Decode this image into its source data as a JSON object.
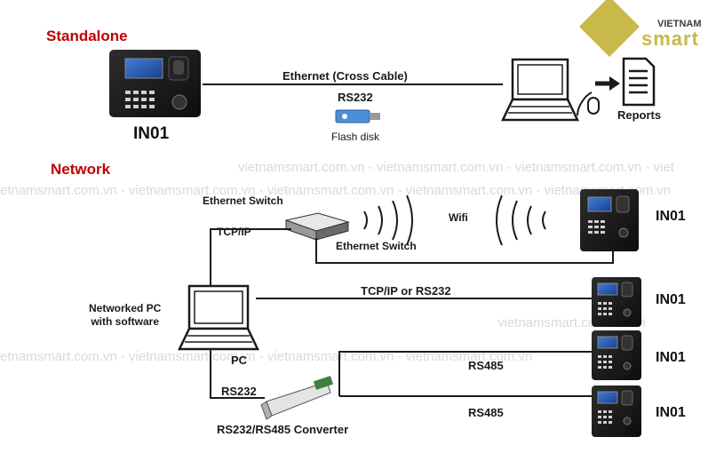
{
  "brand": {
    "top": "VIETNAM",
    "main": "smart"
  },
  "watermark": "vietnamsmart.com.vn",
  "standalone": {
    "title": "Standalone",
    "device_name": "IN01",
    "link_label": "Ethernet  (Cross Cable)",
    "rs232_label": "RS232",
    "flash_label": "Flash disk",
    "reports_label": "Reports"
  },
  "network": {
    "title": "Network",
    "switch_label_top": "Ethernet Switch",
    "switch_label_bottom": "Ethernet Switch",
    "tcpip_label": "TCP/IP",
    "wifi_label": "Wifi",
    "pc_label": "Networked PC\nwith software",
    "pc_short": "PC",
    "tcpip_rs232_label": "TCP/IP or RS232",
    "rs232_label": "RS232",
    "converter_label": "RS232/RS485 Converter",
    "rs485_label_1": "RS485",
    "rs485_label_2": "RS485",
    "devices": [
      "IN01",
      "IN01",
      "IN01",
      "IN01"
    ]
  },
  "colors": {
    "accent": "#c00000",
    "line": "#1a1a1a",
    "brand": "#c9b84a"
  }
}
